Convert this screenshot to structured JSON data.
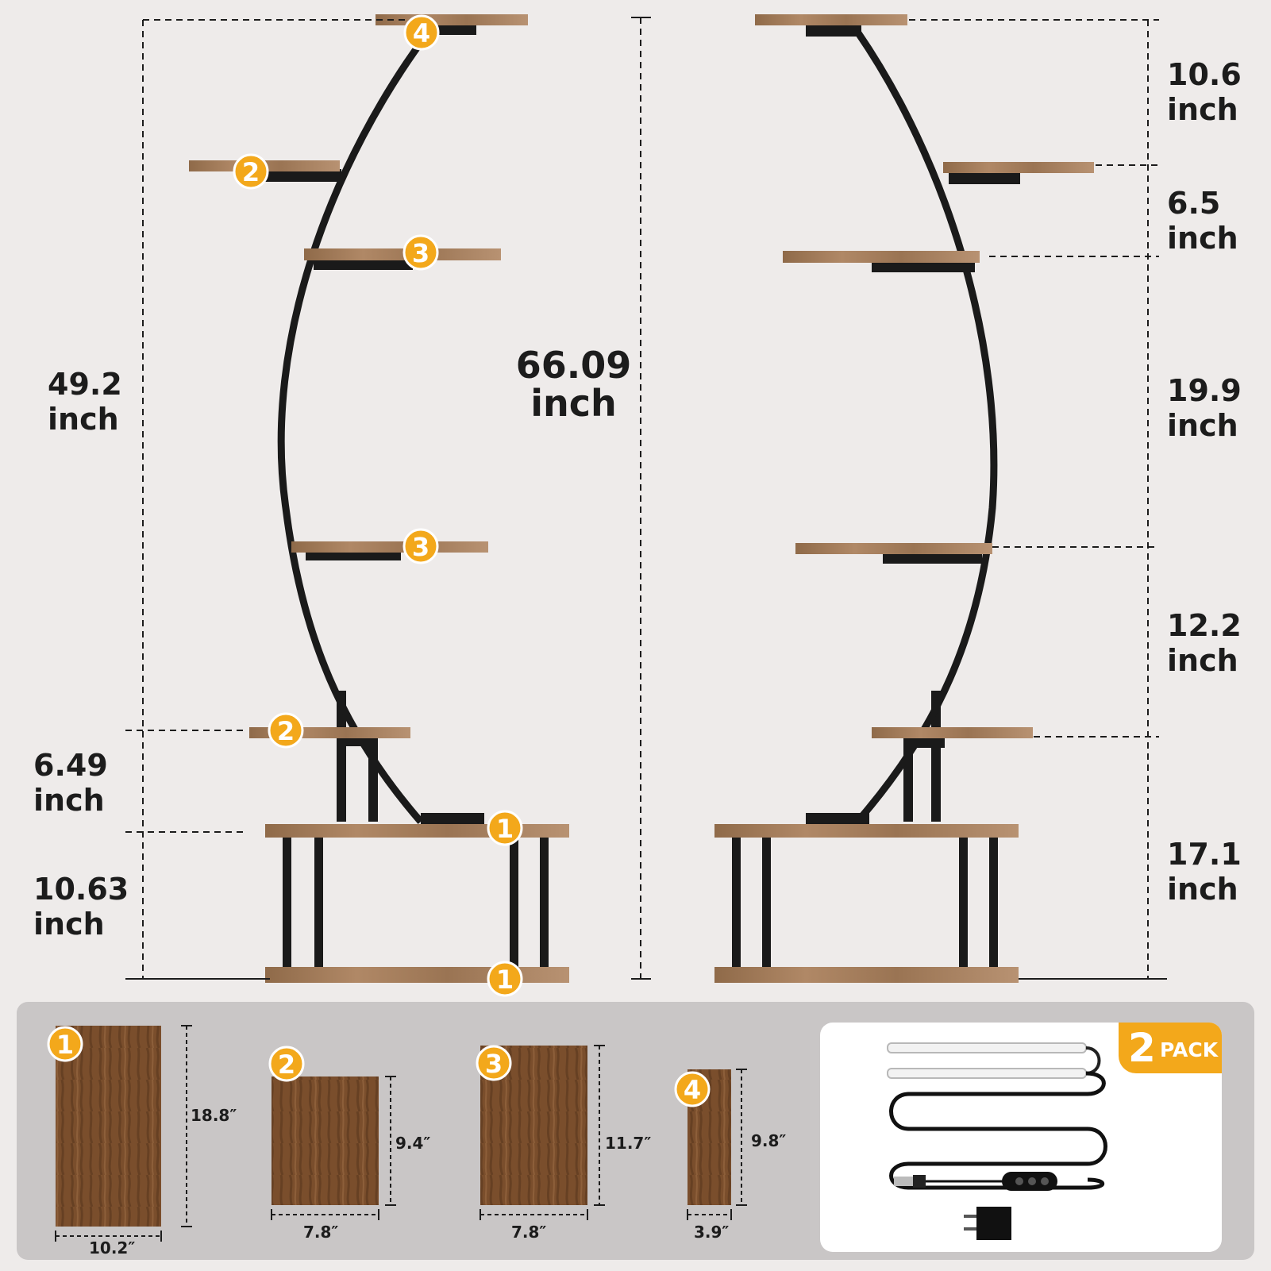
{
  "dimensions": {
    "total_height": "66.09\ninch",
    "left_upper_height": "49.2\ninch",
    "left_mid_height": "6.49\ninch",
    "left_bottom_height": "10.63\ninch",
    "right_top_gap": "10.6\ninch",
    "right_second_gap": "6.5\ninch",
    "right_third_gap": "19.9\ninch",
    "right_fourth_gap": "12.2\ninch",
    "right_bottom_gap": "17.1\ninch"
  },
  "shelf_badges": [
    "1",
    "2",
    "3",
    "4"
  ],
  "shelf_sizes": [
    {
      "badge": "1",
      "width": "10.2″",
      "depth": "18.8″"
    },
    {
      "badge": "2",
      "width": "7.8″",
      "depth": "9.4″"
    },
    {
      "badge": "3",
      "width": "7.8″",
      "depth": "11.7″"
    },
    {
      "badge": "4",
      "width": "3.9″",
      "depth": "9.8″"
    }
  ],
  "led_pack": {
    "count": "2",
    "label": "PACK"
  },
  "icons": [
    "plant-stand-front-icon",
    "plant-stand-side-icon",
    "led-grow-light-icon",
    "usb-plug-icon",
    "power-adapter-icon",
    "wood-panel-icon"
  ],
  "colors": {
    "badge": "#f3a81b",
    "wood": "#a07c5a",
    "metal": "#1a1a1a",
    "background": "#eeebea"
  }
}
